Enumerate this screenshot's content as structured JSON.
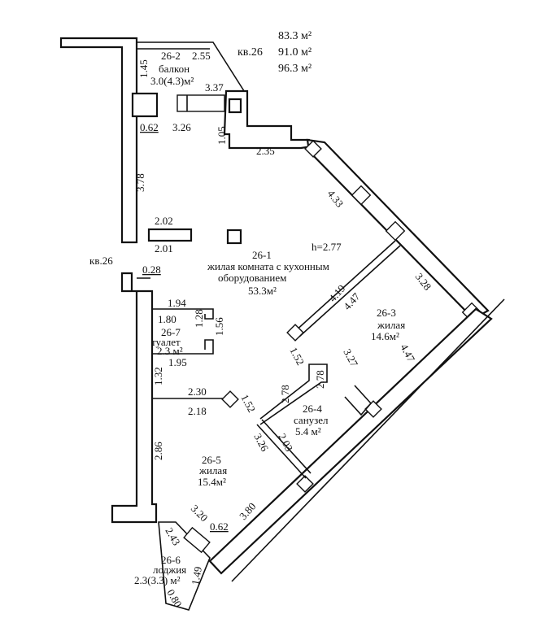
{
  "header": {
    "area_1": "83.3 м²",
    "apt_label": "кв.26",
    "area_2": "91.0 м²",
    "area_3": "96.3 м²"
  },
  "rooms": {
    "r1": {
      "id": "26-1",
      "name_1": "жилая комната с кухонным",
      "name_2": "оборудованием",
      "area": "53.3м²",
      "height": "h=2.77"
    },
    "r2": {
      "id": "26-2",
      "name": "балкон",
      "area": "3.0(4.3)м²"
    },
    "r3": {
      "id": "26-3",
      "name": "жилая",
      "area": "14.6м²"
    },
    "r4": {
      "id": "26-4",
      "name": "санузел",
      "area": "5.4  м²"
    },
    "r5": {
      "id": "26-5",
      "name": "жилая",
      "area": "15.4м²"
    },
    "r6": {
      "id": "26-6",
      "name": "лоджия",
      "area": "2.3(3.3)  м²"
    },
    "r7": {
      "id": "26-7",
      "name": "туалет",
      "area": "2.3 м²"
    }
  },
  "neighbor_label": "кв.26",
  "dimensions": {
    "d_145": "1.45",
    "d_255": "2.55",
    "d_337": "3.37",
    "d_062a": "0.62",
    "d_326a": "3.26",
    "d_105": "1.05",
    "d_235": "2.35",
    "d_378": "3.78",
    "d_433": "4.33",
    "d_202": "2.02",
    "d_201": "2.01",
    "d_028": "0.28",
    "d_419": "4.19",
    "d_447a": "4.47",
    "d_328": "3.28",
    "d_194": "1.94",
    "d_180": "1.80",
    "d_128": "1.28",
    "d_156": "1.56",
    "d_195": "1.95",
    "d_152a": "1.52",
    "d_327": "3.27",
    "d_447b": "4.47",
    "d_132": "1.32",
    "d_230": "2.30",
    "d_218": "2.18",
    "d_152b": "1.52",
    "d_278a": "2.78",
    "d_278b": "2.78",
    "d_326b": "3.26",
    "d_203": "2.03",
    "d_286": "2.86",
    "d_320": "3.20",
    "d_380": "3.80",
    "d_062b": "0.62",
    "d_243": "2.43",
    "d_149": "1.49",
    "d_080": "0.80"
  }
}
